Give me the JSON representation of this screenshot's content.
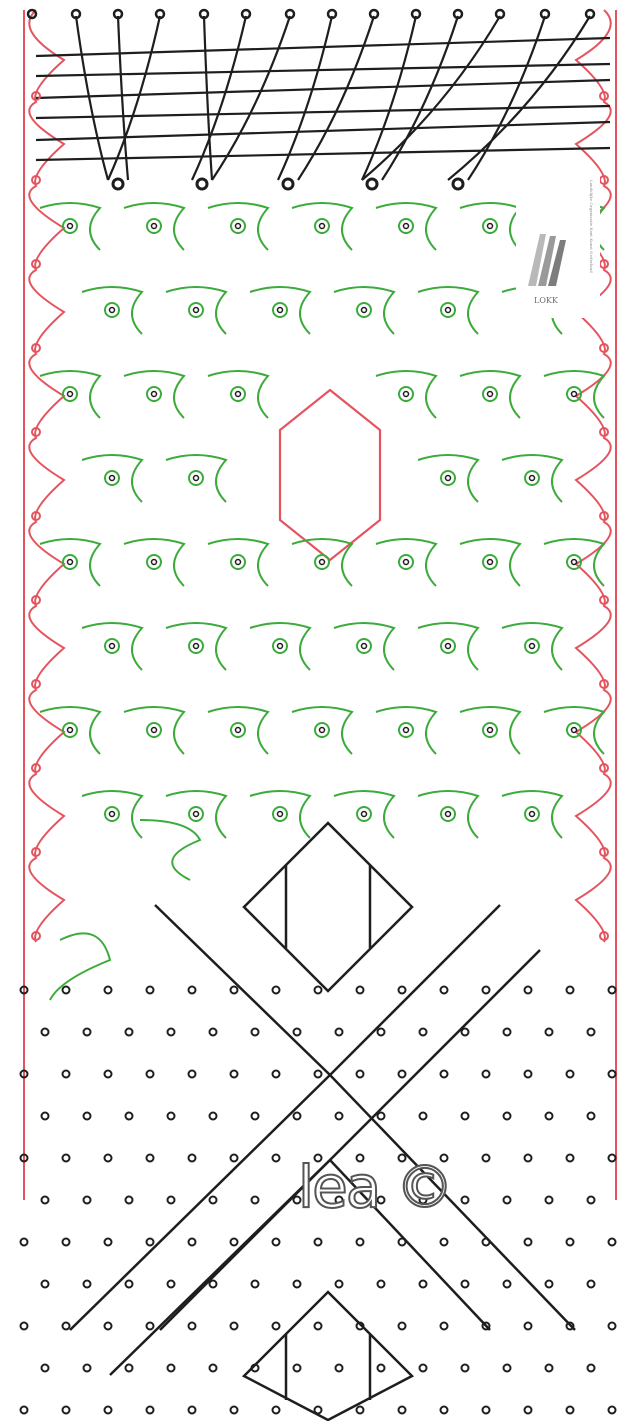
{
  "diagram": {
    "type": "bobbin lace pricking / working diagram",
    "colors": {
      "edge_threads": "#e5545e",
      "ground_threads": "#3cab3c",
      "pattern_lines": "#1e1e1e",
      "pins": "#1e1e1e"
    }
  },
  "logo": {
    "acronym": "LOKK",
    "full_name": "Landelijke Organisatie Kant Kunst Nederland",
    "icon": "lokk-logo-icon"
  },
  "watermark": {
    "text": "lea ©"
  }
}
